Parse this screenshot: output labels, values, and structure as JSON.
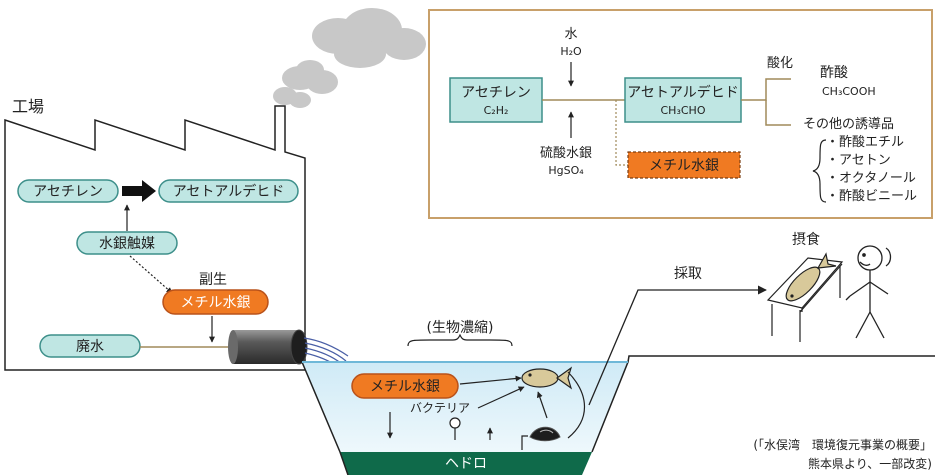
{
  "colors": {
    "teal_box": "#bfe6e3",
    "teal_stroke": "#3d8f8a",
    "orange_box": "#f07a22",
    "orange_stroke": "#b9521a",
    "inset_border": "#c8a06a",
    "water": "#dff1f8",
    "sludge": "#0f6a4a",
    "line": "#a08a5a"
  },
  "factory": {
    "label": "工場",
    "acetylene": "アセチレン",
    "acetaldehyde": "アセトアルデヒド",
    "catalyst": "水銀触媒",
    "byproduct_label": "副生",
    "methylmercury": "メチル水銀",
    "wastewater": "廃水"
  },
  "inset": {
    "water_label": "水",
    "water_formula": "H₂O",
    "acetylene": "アセチレン",
    "acetylene_formula": "C₂H₂",
    "acetaldehyde": "アセトアルデヒド",
    "acetaldehyde_formula": "CH₃CHO",
    "catalyst_label": "硫酸水銀",
    "catalyst_formula": "HgSO₄",
    "methylmercury": "メチル水銀",
    "oxidation": "酸化",
    "acetic_acid": "酢酸",
    "acetic_acid_formula": "CH₃COOH",
    "other_derivatives": "その他の誘導品",
    "derivatives": [
      "・酢酸エチル",
      "・アセトン",
      "・オクタノール",
      "・酢酸ビニール"
    ]
  },
  "sea": {
    "bioconcentration": "(生物濃縮)",
    "methylmercury": "メチル水銀",
    "bacteria": "バクテリア",
    "sludge": "ヘドロ"
  },
  "human": {
    "harvest": "採取",
    "eat": "摂食"
  },
  "source": {
    "line1": "(「水俣湾　環境復元事業の概要」",
    "line2": "熊本県より、一部改変)"
  }
}
